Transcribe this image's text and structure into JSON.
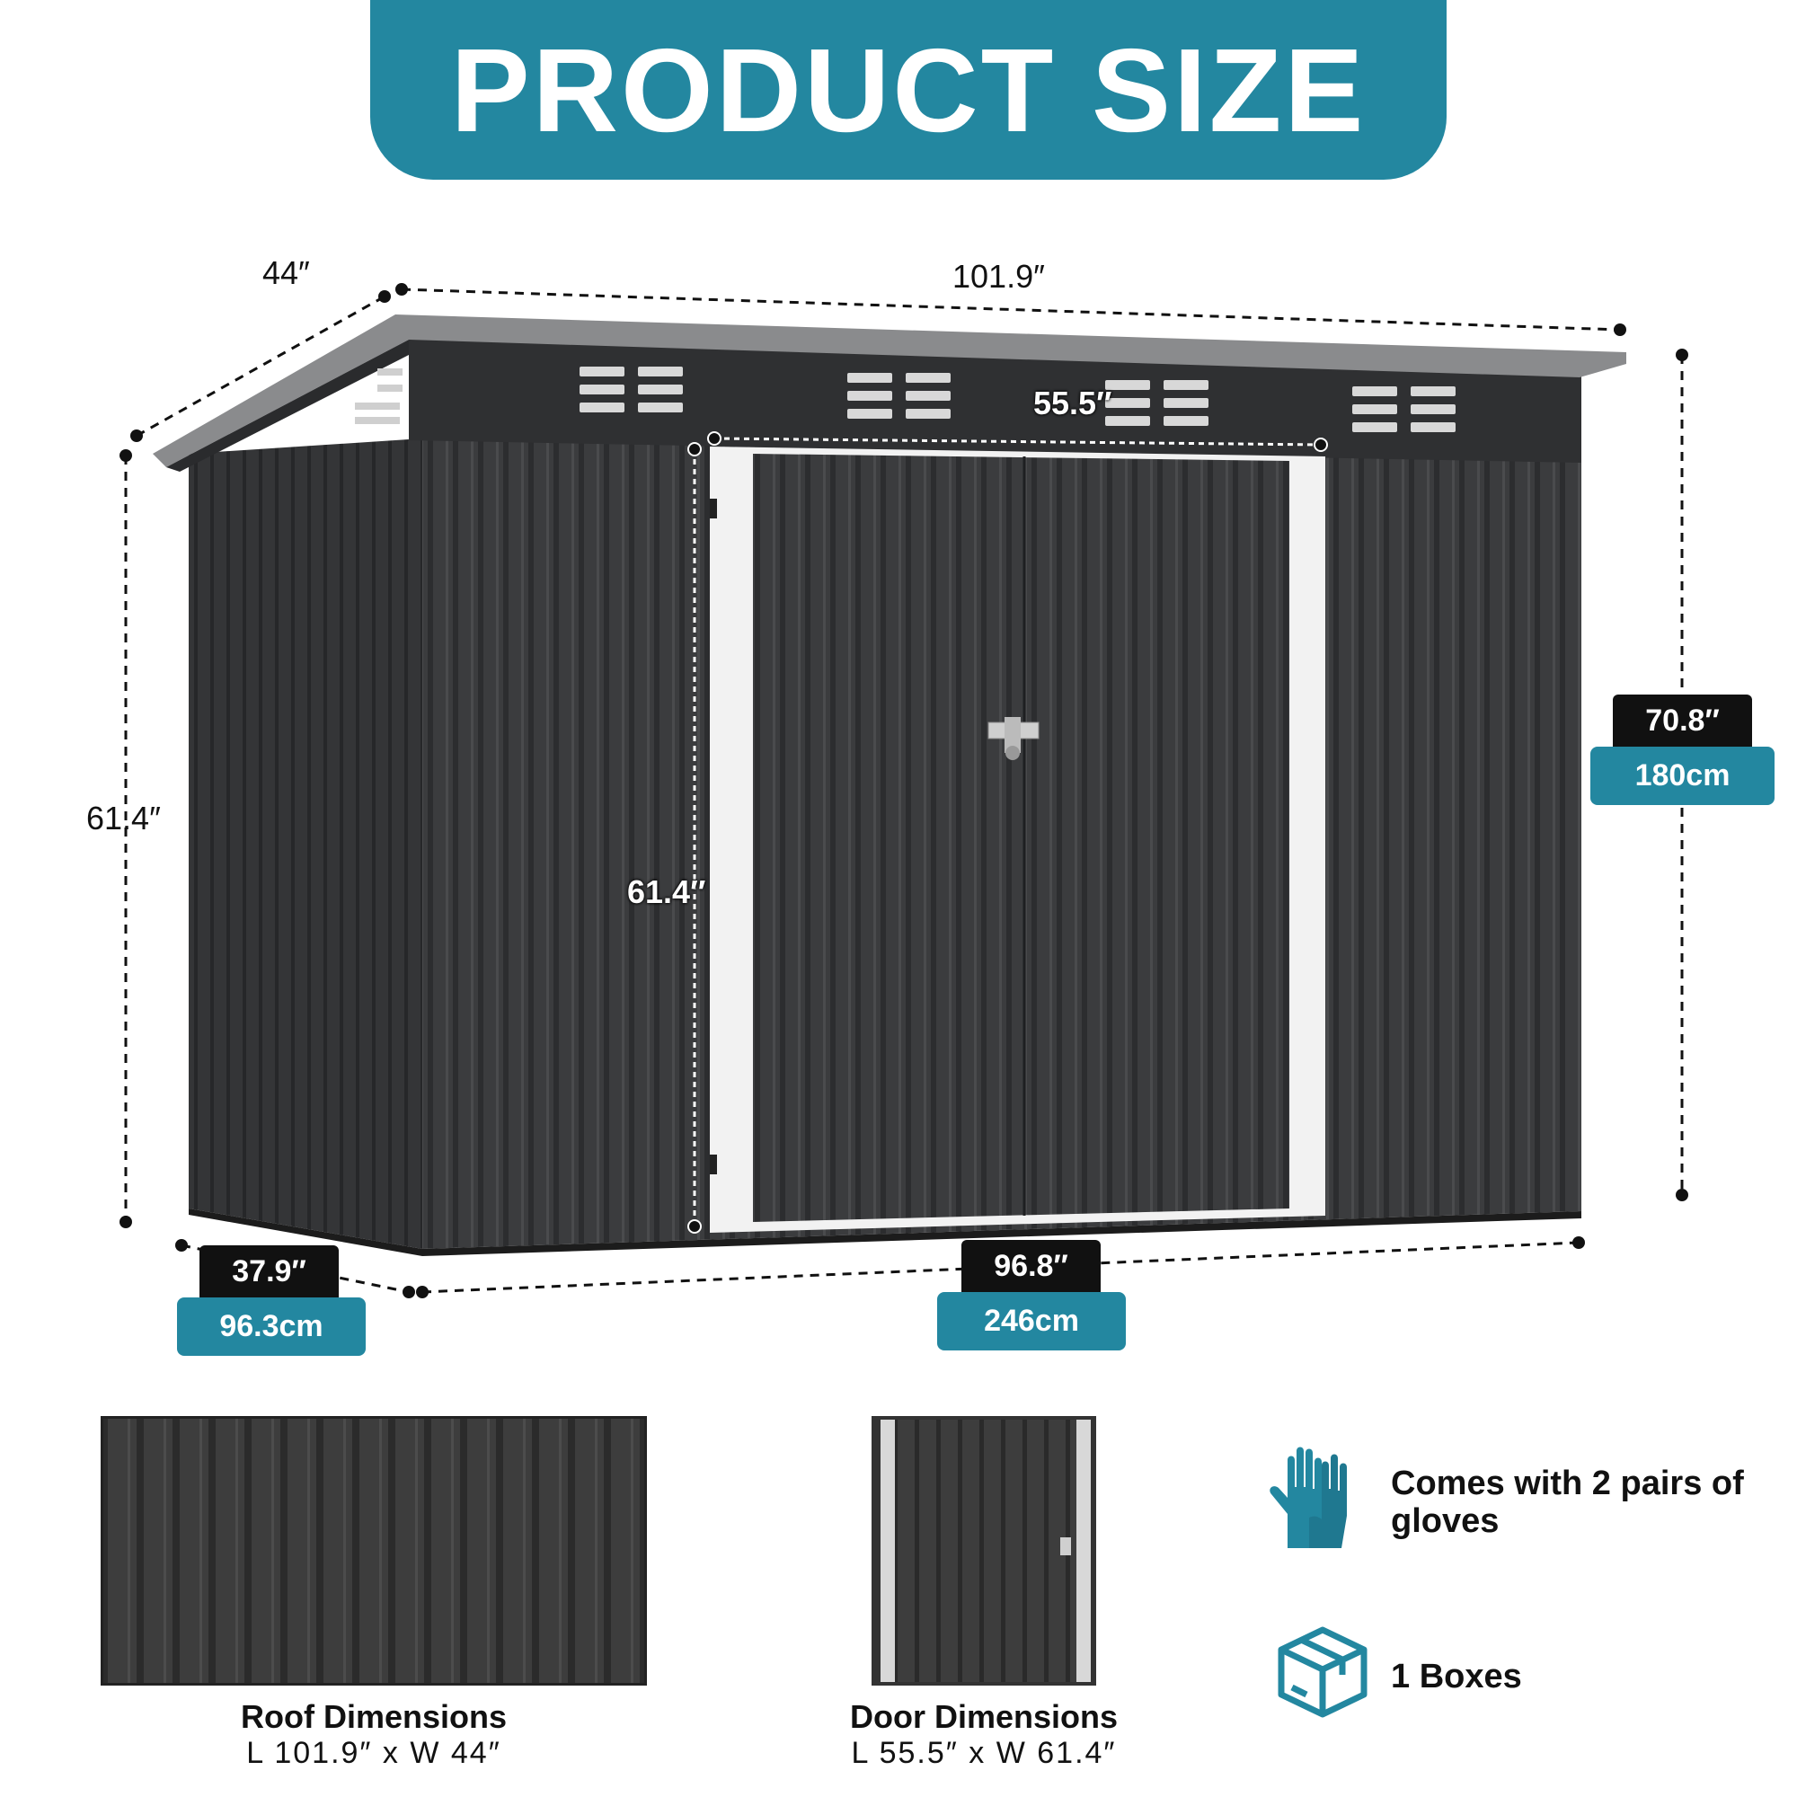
{
  "banner": {
    "title": "PRODUCT SIZE"
  },
  "dimensions": {
    "depth_top": "44″",
    "length_top": "101.9″",
    "door_width": "55.5″",
    "height_left": "61.4″",
    "door_height": "61.4″",
    "height_right": {
      "inch": "70.8″",
      "cm": "180cm"
    },
    "depth_base": {
      "inch": "37.9″",
      "cm": "96.3cm"
    },
    "length_base": {
      "inch": "96.8″",
      "cm": "246cm"
    }
  },
  "roof_panel": {
    "title": "Roof Dimensions",
    "size": "L 101.9″ x W 44″"
  },
  "door_panel": {
    "title": "Door Dimensions",
    "size": "L 55.5″ x W 61.4″"
  },
  "features": [
    {
      "icon": "gloves-icon",
      "text": "Comes with 2 pairs of gloves"
    },
    {
      "icon": "box-icon",
      "text": "1 Boxes"
    }
  ],
  "colors": {
    "accent": "#2387a0",
    "shed": "#3a3b3d",
    "tag_dark": "#111111"
  }
}
